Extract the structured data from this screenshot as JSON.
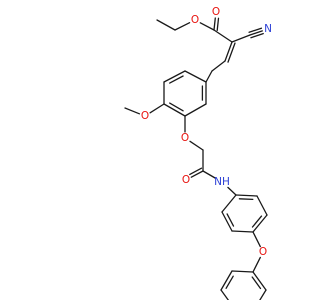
{
  "structure": {
    "type": "chemical-structure",
    "atom_labels": {
      "o_carbonyl_ester": "O",
      "o_ester": "O",
      "n_nitrile": "N",
      "o_methoxy": "O",
      "o_ether": "O",
      "o_amide": "O",
      "nh_amide": "NH",
      "o_phenoxy": "O"
    },
    "colors": {
      "bond": "#1a1a1a",
      "oxygen": "#e8130f",
      "nitrogen": "#2b3fd6"
    }
  }
}
